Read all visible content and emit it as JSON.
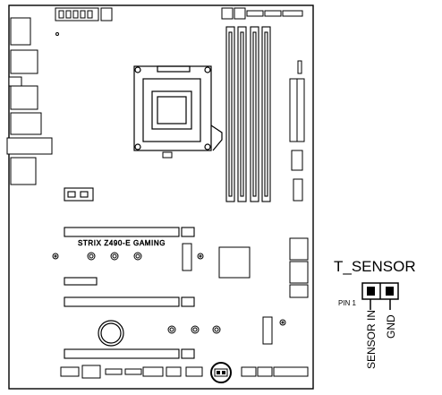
{
  "board": {
    "model_text": "STRIX Z490-E GAMING"
  },
  "connector": {
    "title": "T_SENSOR",
    "pin1_label": "PIN 1",
    "pin_labels": [
      "SENSOR IN",
      "GND"
    ]
  },
  "colors": {
    "line": "#000000",
    "outline": "#555555",
    "background": "#ffffff"
  }
}
